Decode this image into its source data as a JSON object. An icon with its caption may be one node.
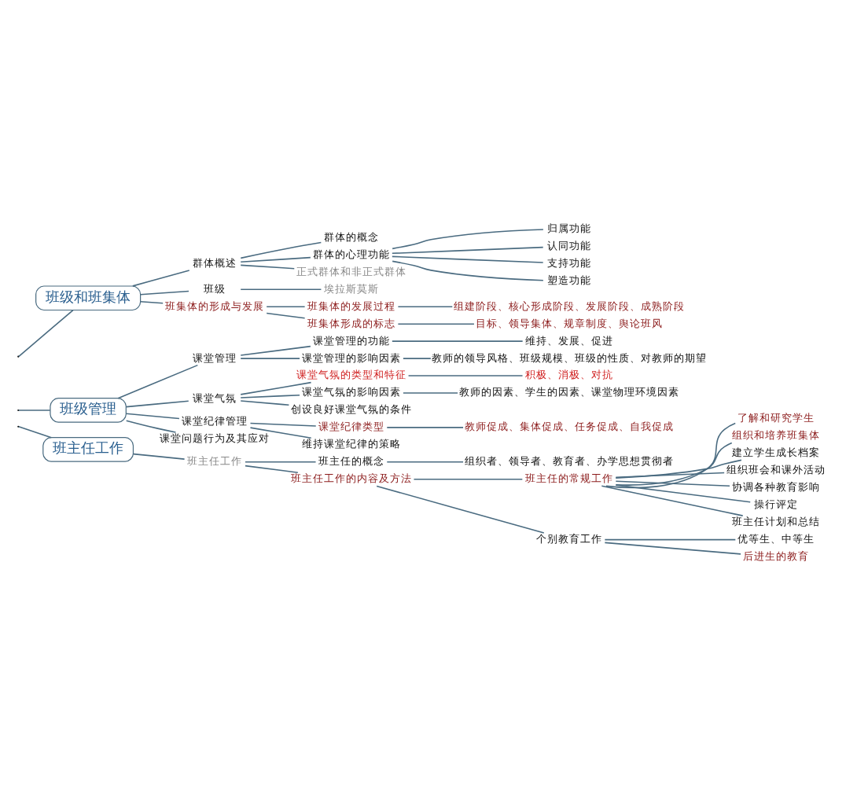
{
  "diagram": {
    "nodes": [
      {
        "text": [
          "班级和班集体"
        ]
      },
      {
        "text": [
          "群体概述"
        ]
      },
      {
        "text": [
          "群体的概念"
        ]
      },
      {
        "text": [
          "群体的心理功能"
        ]
      },
      {
        "text": [
          "归属功能"
        ]
      },
      {
        "text": [
          "认同功能"
        ]
      },
      {
        "text": [
          "支持功能"
        ]
      },
      {
        "text": [
          "塑造功能"
        ]
      },
      {
        "text": [
          "正式群体和非正式群体"
        ]
      },
      {
        "text": [
          "班级"
        ]
      },
      {
        "text": [
          "埃拉斯莫斯"
        ]
      },
      {
        "text": [
          "班集体的形成与发展"
        ]
      },
      {
        "text": [
          "班集体的发展过程"
        ]
      },
      {
        "text": [
          "组建阶段、核心形成阶段、发展阶段、成熟阶段"
        ]
      },
      {
        "text": [
          "班集体形成的标志"
        ]
      },
      {
        "text": [
          "目标、领导集体、规章制度、舆论班风"
        ]
      },
      {
        "text": [
          "班级管理"
        ]
      },
      {
        "text": [
          "课堂管理"
        ]
      },
      {
        "text": [
          "课堂管理的功能"
        ]
      },
      {
        "text": [
          "维持、发展、促进"
        ]
      },
      {
        "text": [
          "课堂管理的影响因素"
        ]
      },
      {
        "text": [
          "教师的领导风格、班级规模、班级的性质、对教师的期望"
        ]
      },
      {
        "text": [
          "课堂气氛"
        ]
      },
      {
        "text": [
          "课堂气氛的类型和特征"
        ]
      },
      {
        "text": [
          "积极、消极、对抗"
        ]
      },
      {
        "text": [
          "课堂气氛的影响因素"
        ]
      },
      {
        "text": [
          "教师的因素、学生的因素、课堂物理环境因素"
        ]
      },
      {
        "text": [
          "创设良好课堂气氛的条件"
        ]
      },
      {
        "text": [
          "课堂纪律管理"
        ]
      },
      {
        "text": [
          "课堂纪律类型"
        ]
      },
      {
        "text": [
          "教师促成、集体促成、任务促成、自我促成"
        ]
      },
      {
        "text": [
          "维持课堂纪律的策略"
        ]
      },
      {
        "text": [
          "课堂问题行为及其应对"
        ]
      },
      {
        "text": [
          "班主任工作"
        ]
      },
      {
        "text": [
          "班主任工作"
        ]
      },
      {
        "text": [
          "班主任的概念"
        ]
      },
      {
        "text": [
          "组织者、领导者、教育者、办学思想贯彻者"
        ]
      },
      {
        "text": [
          "班主任工作的内容及方法"
        ]
      },
      {
        "text": [
          "班主任的常规工作"
        ]
      },
      {
        "text": [
          "了解和研究学生"
        ]
      },
      {
        "text": [
          "组织和培养班集体"
        ]
      },
      {
        "text": [
          "建立学生成长档案"
        ]
      },
      {
        "text": [
          "组织班会和课外活动"
        ]
      },
      {
        "text": [
          "协调各种教育影响"
        ]
      },
      {
        "text": [
          "操行评定"
        ]
      },
      {
        "text": [
          "班主任计划和总结"
        ]
      },
      {
        "text": [
          "个别教育工作"
        ]
      },
      {
        "text": [
          "优等生、中等生"
        ]
      },
      {
        "text": [
          "后进生的教育"
        ]
      }
    ],
    "edges": [
      {
        "from": null,
        "to": 0,
        "arrow": "none"
      },
      {
        "from": 0,
        "to": 1,
        "arrow": "none"
      },
      {
        "from": 1,
        "to": 2,
        "arrow": "none"
      },
      {
        "from": 1,
        "to": 3,
        "arrow": "none"
      },
      {
        "from": 3,
        "to": 4,
        "arrow": "none"
      },
      {
        "from": 3,
        "to": 5,
        "arrow": "none"
      },
      {
        "from": 3,
        "to": 6,
        "arrow": "none"
      },
      {
        "from": 3,
        "to": 7,
        "arrow": "none"
      },
      {
        "from": 1,
        "to": 8,
        "arrow": "none"
      },
      {
        "from": 0,
        "to": 9,
        "arrow": "none"
      },
      {
        "from": 9,
        "to": 10,
        "arrow": "none"
      },
      {
        "from": 0,
        "to": 11,
        "arrow": "none"
      },
      {
        "from": 11,
        "to": 12,
        "arrow": "none"
      },
      {
        "from": 12,
        "to": 13,
        "arrow": "none"
      },
      {
        "from": 11,
        "to": 14,
        "arrow": "none"
      },
      {
        "from": 14,
        "to": 15,
        "arrow": "none"
      },
      {
        "from": null,
        "to": 16,
        "arrow": "none"
      },
      {
        "from": 16,
        "to": 17,
        "arrow": "none"
      },
      {
        "from": 17,
        "to": 18,
        "arrow": "none"
      },
      {
        "from": 18,
        "to": 19,
        "arrow": "none"
      },
      {
        "from": 17,
        "to": 20,
        "arrow": "none"
      },
      {
        "from": 20,
        "to": 21,
        "arrow": "none"
      },
      {
        "from": 16,
        "to": 22,
        "arrow": "none"
      },
      {
        "from": 22,
        "to": 23,
        "arrow": "none"
      },
      {
        "from": 23,
        "to": 24,
        "arrow": "none"
      },
      {
        "from": 22,
        "to": 25,
        "arrow": "none"
      },
      {
        "from": 25,
        "to": 26,
        "arrow": "none"
      },
      {
        "from": 22,
        "to": 27,
        "arrow": "none"
      },
      {
        "from": 16,
        "to": 28,
        "arrow": "none"
      },
      {
        "from": 28,
        "to": 29,
        "arrow": "none"
      },
      {
        "from": 29,
        "to": 30,
        "arrow": "none"
      },
      {
        "from": 28,
        "to": 31,
        "arrow": "none"
      },
      {
        "from": 16,
        "to": 32,
        "arrow": "none"
      },
      {
        "from": null,
        "to": 33,
        "arrow": "none"
      },
      {
        "from": 33,
        "to": 34,
        "arrow": "none"
      },
      {
        "from": 34,
        "to": 35,
        "arrow": "none"
      },
      {
        "from": 35,
        "to": 36,
        "arrow": "none"
      },
      {
        "from": 34,
        "to": 37,
        "arrow": "none"
      },
      {
        "from": 37,
        "to": 38,
        "arrow": "none"
      },
      {
        "from": 38,
        "to": 39,
        "arrow": "none"
      },
      {
        "from": 38,
        "to": 40,
        "arrow": "none"
      },
      {
        "from": 38,
        "to": 41,
        "arrow": "none"
      },
      {
        "from": 38,
        "to": 42,
        "arrow": "none"
      },
      {
        "from": 38,
        "to": 43,
        "arrow": "none"
      },
      {
        "from": 38,
        "to": 44,
        "arrow": "none"
      },
      {
        "from": 38,
        "to": 45,
        "arrow": "none"
      },
      {
        "from": 37,
        "to": 46,
        "arrow": "none"
      },
      {
        "from": 46,
        "to": 47,
        "arrow": "none"
      },
      {
        "from": 46,
        "to": 48,
        "arrow": "none"
      }
    ]
  }
}
